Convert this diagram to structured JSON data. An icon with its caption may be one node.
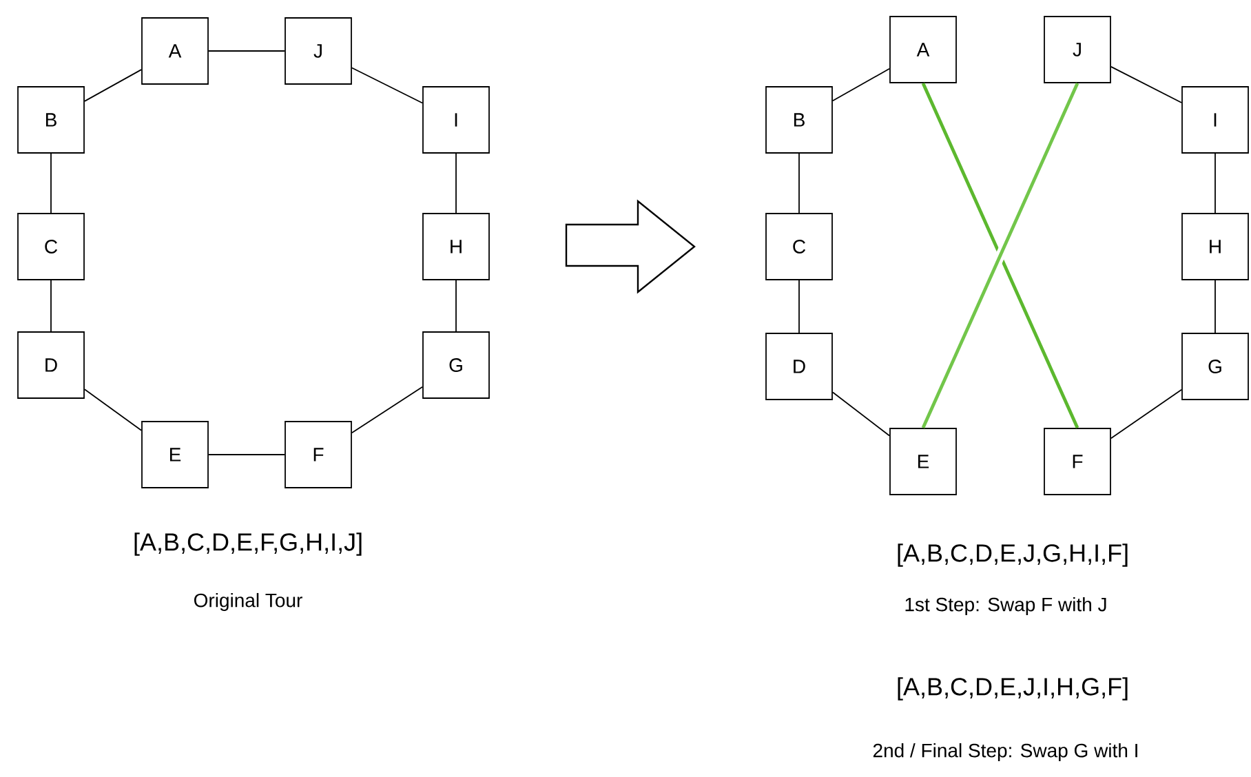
{
  "diagram": {
    "nodes": [
      {
        "text": [
          "A"
        ]
      },
      {
        "text": [
          "J"
        ]
      },
      {
        "text": [
          "B"
        ]
      },
      {
        "text": [
          "I"
        ]
      },
      {
        "text": [
          "C"
        ]
      },
      {
        "text": [
          "H"
        ]
      },
      {
        "text": [
          "D"
        ]
      },
      {
        "text": [
          "G"
        ]
      },
      {
        "text": [
          "E"
        ]
      },
      {
        "text": [
          "F"
        ]
      },
      {
        "text": [
          "A"
        ]
      },
      {
        "text": [
          "J"
        ]
      },
      {
        "text": [
          "B"
        ]
      },
      {
        "text": [
          "I"
        ]
      },
      {
        "text": [
          "C"
        ]
      },
      {
        "text": [
          "H"
        ]
      },
      {
        "text": [
          "D"
        ]
      },
      {
        "text": [
          "G"
        ]
      },
      {
        "text": [
          "E"
        ]
      },
      {
        "text": [
          "F"
        ]
      }
    ],
    "edges": [
      {
        "from": 0,
        "to": 1,
        "arrow": "none"
      },
      {
        "from": 1,
        "to": 3,
        "arrow": "none"
      },
      {
        "from": 3,
        "to": 5,
        "arrow": "none"
      },
      {
        "from": 5,
        "to": 7,
        "arrow": "none"
      },
      {
        "from": 7,
        "to": 9,
        "arrow": "none"
      },
      {
        "from": 9,
        "to": 8,
        "arrow": "none"
      },
      {
        "from": 8,
        "to": 6,
        "arrow": "none"
      },
      {
        "from": 6,
        "to": 4,
        "arrow": "none"
      },
      {
        "from": 4,
        "to": 2,
        "arrow": "none"
      },
      {
        "from": 2,
        "to": 0,
        "arrow": "none"
      },
      {
        "from": 12,
        "to": 10,
        "arrow": "none"
      },
      {
        "from": 14,
        "to": 12,
        "arrow": "none"
      },
      {
        "from": 16,
        "to": 14,
        "arrow": "none"
      },
      {
        "from": 18,
        "to": 16,
        "arrow": "none"
      },
      {
        "from": 10,
        "to": 19,
        "arrow": "none",
        "style": "thick",
        "color": "#5cb82e"
      },
      {
        "from": 11,
        "to": 18,
        "arrow": "none",
        "style": "thick",
        "color": "#72c64a"
      },
      {
        "from": 11,
        "to": 13,
        "arrow": "none"
      },
      {
        "from": 13,
        "to": 15,
        "arrow": "none"
      },
      {
        "from": 15,
        "to": 17,
        "arrow": "none"
      },
      {
        "from": 17,
        "to": 19,
        "arrow": "none"
      }
    ],
    "labels": [
      "[A,B,C,D,E,F,G,H,I,J]",
      "Original Tour",
      "[A,B,C,D,E,J,G,H,I,F]",
      "1st Step: Swap F with J",
      "[A,B,C,D,E,J,I,H,G,F]",
      "2nd / Final Step: Swap G with I"
    ]
  }
}
